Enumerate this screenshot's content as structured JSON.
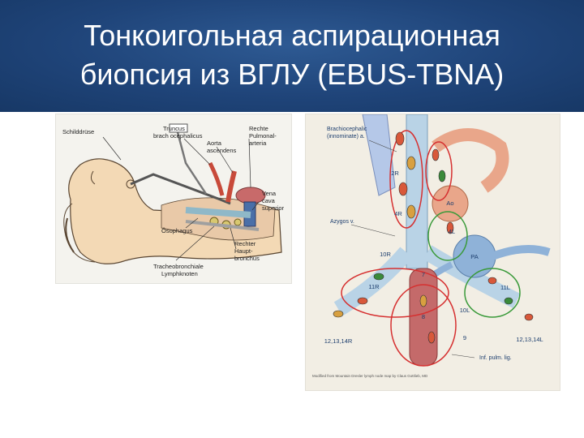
{
  "slide": {
    "title_line1": "Тонкоигольная аспирационная",
    "title_line2": "биопсия из ВГЛУ (EBUS-TBNA)"
  },
  "left_figure": {
    "labels": {
      "schilddruse": "Schilddrüse",
      "truncus1": "Truncus",
      "truncus2": "brach ocephalicus",
      "aorta1": "Aorta",
      "aorta2": "ascendens",
      "arteria1": "Rechte",
      "arteria2": "Pulmonal-",
      "arteria3": "arteria",
      "vena1": "Vena",
      "vena2": "cava",
      "vena3": "superior",
      "osophagus": "Ösophagus",
      "bronchus1": "Rechter",
      "bronchus2": "Haupt-",
      "bronchus3": "bronchus",
      "lymph1": "Tracheobronchiale",
      "lymph2": "Lymphknoten"
    }
  },
  "right_figure": {
    "labels": {
      "brachio1": "Brachiocephalic",
      "brachio2": "(innominate) a.",
      "azygos": "Azygos v.",
      "infpulm": "Inf. pulm. lig.",
      "credit": "Modified from Mountain Dresler lymph node map by Claus Gottlieb, MD"
    },
    "stations": {
      "s2r": "2R",
      "s4r": "4R",
      "s10r": "10R",
      "s11r": "11R",
      "s12r": "12,13,14R",
      "s7": "7",
      "s8": "8",
      "s9": "9",
      "ao": "Ao",
      "s4l": "4L",
      "pa": "PA",
      "s10l": "10L",
      "s11l": "11L",
      "s12l": "12,13,14L"
    }
  }
}
